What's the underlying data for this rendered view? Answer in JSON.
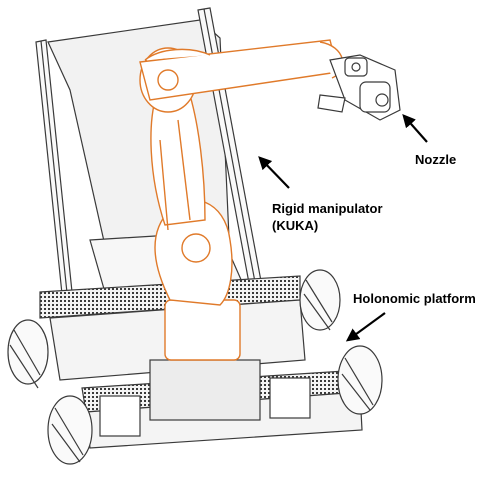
{
  "labels": {
    "nozzle": "Nozzle",
    "rigid_line1": "Rigid manipulator",
    "rigid_line2": "(KUKA)",
    "holonomic": "Holonomic platform"
  },
  "colors": {
    "robot_arm": "#e07a2a",
    "line_art": "#3a3a3a",
    "panel_fill": "#f2f2f2",
    "arrow": "#000000"
  },
  "icons": {
    "arrow_nozzle": "arrow-icon",
    "arrow_manipulator": "arrow-icon",
    "arrow_platform": "arrow-icon"
  }
}
